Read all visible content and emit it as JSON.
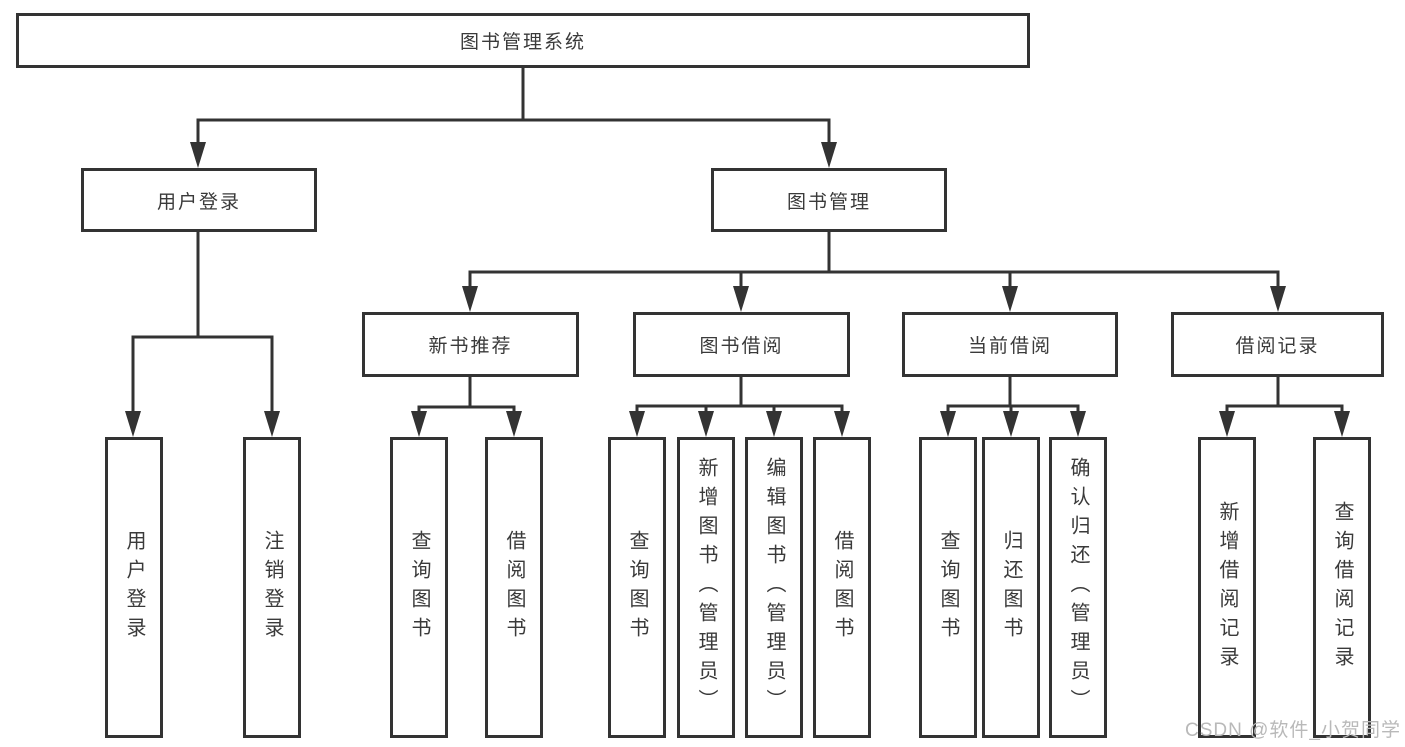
{
  "diagram": {
    "type": "hierarchy-flowchart",
    "colors": {
      "line": "#333333",
      "box_border": "#333333",
      "box_background": "#ffffff",
      "text": "#3a3a3a",
      "watermark": "#b9b9b9"
    },
    "watermark": {
      "text": "CSDN @软件_小贺同学"
    },
    "tree": {
      "root": {
        "label": "图书管理系统",
        "children": [
          {
            "label": "用户登录",
            "children": [
              {
                "label": "用户登录"
              },
              {
                "label": "注销登录"
              }
            ]
          },
          {
            "label": "图书管理",
            "children": [
              {
                "label": "新书推荐",
                "children": [
                  {
                    "label": "查询图书"
                  },
                  {
                    "label": "借阅图书"
                  }
                ]
              },
              {
                "label": "图书借阅",
                "children": [
                  {
                    "label": "查询图书"
                  },
                  {
                    "label": "新增图书（管理员）"
                  },
                  {
                    "label": "编辑图书（管理员）"
                  },
                  {
                    "label": "借阅图书"
                  }
                ]
              },
              {
                "label": "当前借阅",
                "children": [
                  {
                    "label": "查询图书"
                  },
                  {
                    "label": "归还图书"
                  },
                  {
                    "label": "确认归还（管理员）"
                  }
                ]
              },
              {
                "label": "借阅记录",
                "children": [
                  {
                    "label": "新增借阅记录"
                  },
                  {
                    "label": "查询借阅记录"
                  }
                ]
              }
            ]
          }
        ]
      }
    }
  }
}
